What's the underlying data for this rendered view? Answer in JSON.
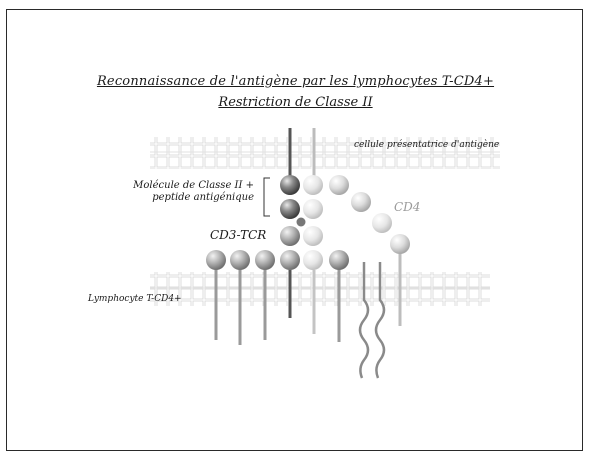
{
  "slide": {
    "title_line1": "Reconnaissance de l'antigène par les lymphocytes T-CD4+",
    "title_line2": "Restriction de Classe II"
  },
  "labels": {
    "apc": "cellule présentatrice d'antigène",
    "mhc_line1": "Molécule de Classe II +",
    "mhc_line2": "peptide antigénique",
    "cd4": "CD4",
    "cd3_tcr": "CD3-TCR",
    "lymphocyte": "Lymphocyte T-CD4+"
  }
}
